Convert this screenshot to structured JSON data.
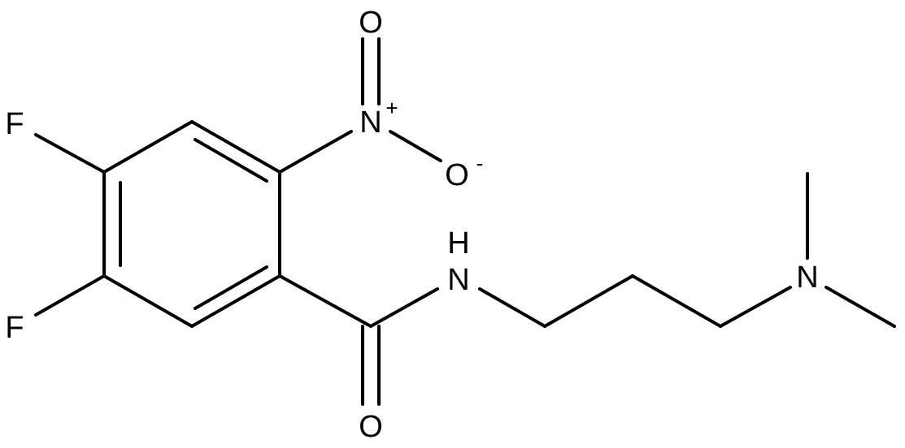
{
  "molecule": {
    "atoms": {
      "o_nitro_top": "O",
      "n_nitro": "N",
      "n_nitro_charge": "+",
      "o_nitro_side": "O",
      "o_nitro_side_charge": "-",
      "f_top": "F",
      "f_bottom": "F",
      "nh_n": "N",
      "nh_h": "H",
      "o_carbonyl": "O",
      "n_dimethyl": "N"
    }
  },
  "colors": {
    "bond": "#000000",
    "text": "#000000",
    "background": "#ffffff"
  }
}
